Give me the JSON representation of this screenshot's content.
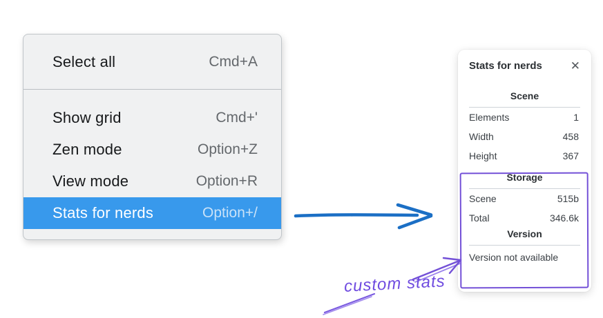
{
  "menu": {
    "groups": [
      {
        "items": [
          {
            "label": "Select all",
            "shortcut": "Cmd+A"
          }
        ]
      },
      {
        "items": [
          {
            "label": "Show grid",
            "shortcut": "Cmd+'"
          },
          {
            "label": "Zen mode",
            "shortcut": "Option+Z"
          },
          {
            "label": "View mode",
            "shortcut": "Option+R"
          },
          {
            "label": "Stats for nerds",
            "shortcut": "Option+/",
            "selected": true
          }
        ]
      }
    ]
  },
  "stats_panel": {
    "title": "Stats for nerds",
    "sections": [
      {
        "heading": "Scene",
        "rows": [
          {
            "label": "Elements",
            "value": "1"
          },
          {
            "label": "Width",
            "value": "458"
          },
          {
            "label": "Height",
            "value": "367"
          }
        ]
      },
      {
        "heading": "Storage",
        "rows": [
          {
            "label": "Scene",
            "value": "515b"
          },
          {
            "label": "Total",
            "value": "346.6k"
          }
        ]
      },
      {
        "heading": "Version",
        "note": "Version not available"
      }
    ]
  },
  "annotation": {
    "label": "custom stats"
  },
  "icons": {
    "close": "✕"
  },
  "colors": {
    "menu_highlight": "#3899ec",
    "menu_background": "#f0f1f2",
    "arrow_blue": "#1b6fc5",
    "annotation_purple": "#7350d7",
    "panel_text": "#363b40"
  }
}
